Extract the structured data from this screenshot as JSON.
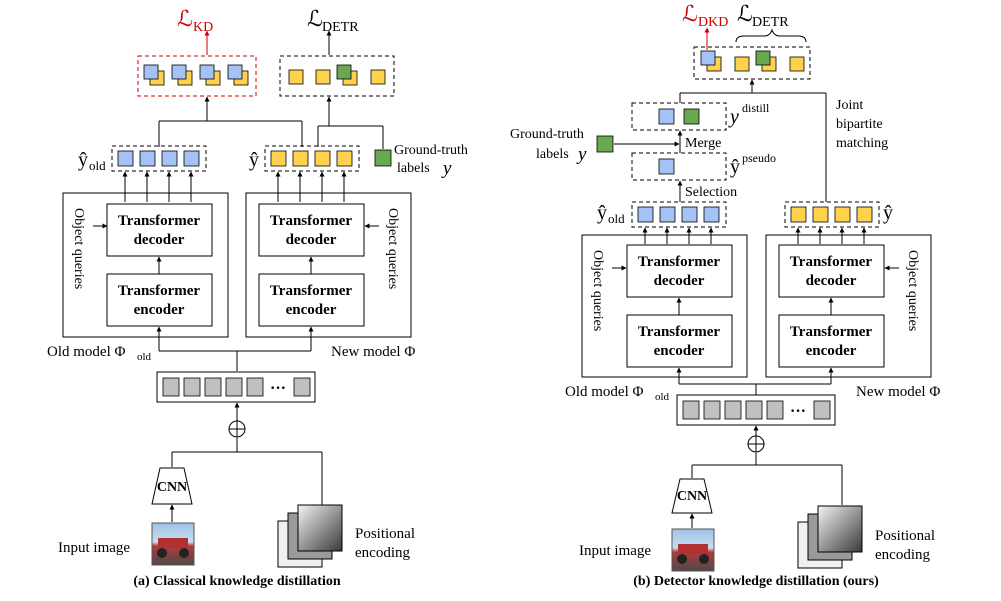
{
  "diagram_a": {
    "caption": "(a) Classical knowledge distillation",
    "loss_left": "ℒ",
    "loss_left_sub": "KD",
    "loss_right": "ℒ",
    "loss_right_sub": "DETR",
    "y_old": "ŷ",
    "y_old_sub": "old",
    "y_hat": "ŷ",
    "gt_label_1": "Ground-truth",
    "gt_label_2": "labels",
    "gt_var": "y",
    "decoder_1": "Transformer",
    "decoder_2": "decoder",
    "encoder_1": "Transformer",
    "encoder_2": "encoder",
    "object_queries": "Object queries",
    "old_model": "Old model Φ",
    "old_model_sub": "old",
    "new_model": "New model Φ",
    "cnn": "CNN",
    "input_image": "Input image",
    "positional_1": "Positional",
    "positional_2": "encoding",
    "ellipsis": "···"
  },
  "diagram_b": {
    "caption": "(b) Detector knowledge distillation (ours)",
    "loss_left": "ℒ",
    "loss_left_sub": "DKD",
    "loss_right": "ℒ",
    "loss_right_sub": "DETR",
    "y_distill": "y",
    "y_distill_sup": "distill",
    "y_pseudo": "ŷ",
    "y_pseudo_sup": "pseudo",
    "merge": "Merge",
    "selection": "Selection",
    "joint_1": "Joint",
    "joint_2": "bipartite",
    "joint_3": "matching",
    "gt_label_1": "Ground-truth",
    "gt_label_2": "labels",
    "gt_var": "y",
    "y_old": "ŷ",
    "y_old_sub": "old",
    "y_hat": "ŷ",
    "decoder_1": "Transformer",
    "decoder_2": "decoder",
    "encoder_1": "Transformer",
    "encoder_2": "encoder",
    "object_queries": "Object queries",
    "old_model": "Old model Φ",
    "old_model_sub": "old",
    "new_model": "New model Φ",
    "cnn": "CNN",
    "input_image": "Input image",
    "positional_1": "Positional",
    "positional_2": "encoding",
    "ellipsis": "···"
  },
  "colors": {
    "blue": "#a4c2f4",
    "yellow": "#ffd24d",
    "green": "#6aa84f",
    "gray": "#c0c0c0",
    "red": "#cc0000"
  }
}
